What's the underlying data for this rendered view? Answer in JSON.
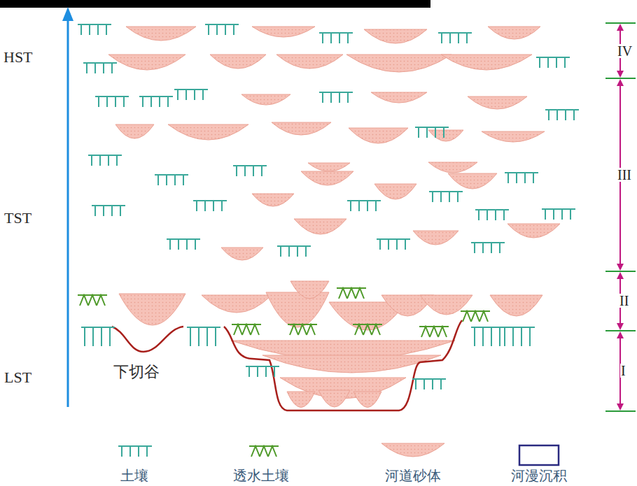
{
  "diagram": {
    "labels": [
      "HST",
      "TST",
      "LST",
      "IV",
      "III",
      "II",
      "I",
      "下切谷"
    ],
    "legend": [
      {
        "text": "土壤"
      },
      {
        "text": "透水土壤"
      },
      {
        "text": "河道砂体"
      },
      {
        "text": "河漫沉积"
      }
    ]
  }
}
